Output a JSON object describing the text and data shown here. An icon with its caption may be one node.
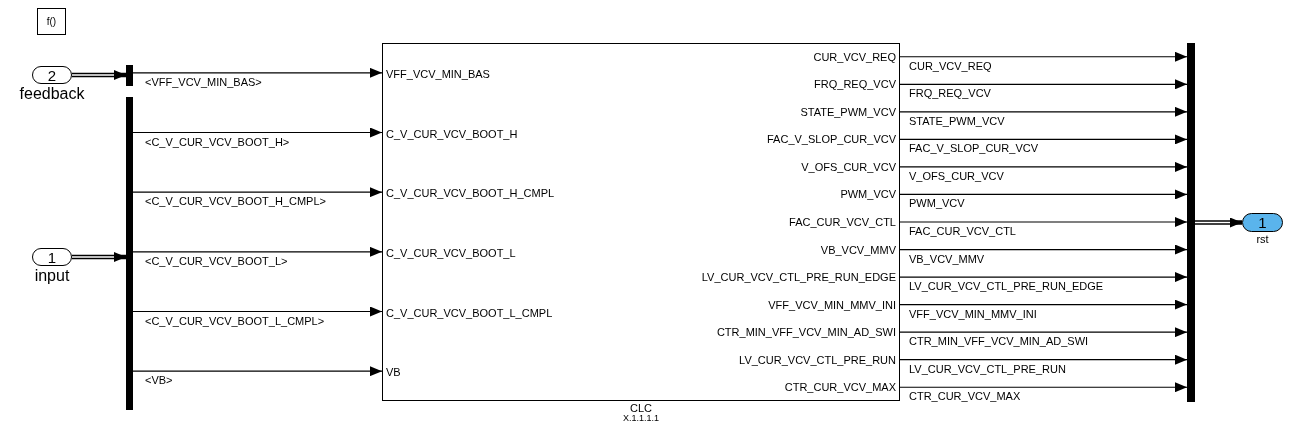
{
  "diagram": {
    "nodes": [
      {
        "text": [
          "f()"
        ]
      },
      {
        "text": [
          "2"
        ],
        "beside": [
          "feedback"
        ]
      },
      {
        "text": [],
        "shape": "bar"
      },
      {
        "text": [
          "1"
        ],
        "beside": [
          "input"
        ]
      },
      {
        "text": [],
        "shape": "bar"
      },
      {
        "text": [
          "VFF_VCV_MIN_BAS",
          "C_V_CUR_VCV_BOOT_H",
          "C_V_CUR_VCV_BOOT_H_CMPL",
          "C_V_CUR_VCV_BOOT_L",
          "C_V_CUR_VCV_BOOT_L_CMPL",
          "VB",
          "CUR_VCV_REQ",
          "FRQ_REQ_VCV",
          "STATE_PWM_VCV",
          "FAC_V_SLOP_CUR_VCV",
          "V_OFS_CUR_VCV",
          "PWM_VCV",
          "FAC_CUR_VCV_CTL",
          "VB_VCV_MMV",
          "LV_CUR_VCV_CTL_PRE_RUN_EDGE",
          "VFF_VCV_MIN_MMV_INI",
          "CTR_MIN_VFF_VCV_MIN_AD_SWI",
          "LV_CUR_VCV_CTL_PRE_RUN",
          "CTR_CUR_VCV_MAX"
        ],
        "beside": [
          "CLC",
          "X.1.1.1.1"
        ]
      },
      {
        "text": [],
        "shape": "bar"
      },
      {
        "text": [
          "1"
        ],
        "beside": [
          "rst"
        ]
      }
    ],
    "edges": [
      {
        "from": 1,
        "to": 2,
        "arrow": "to",
        "style": "thick"
      },
      {
        "from": 2,
        "to": 5,
        "arrow": "to",
        "label": "<VFF_VCV_MIN_BAS>"
      },
      {
        "from": 3,
        "to": 4,
        "arrow": "to",
        "style": "thick"
      },
      {
        "from": 4,
        "to": 5,
        "arrow": "to",
        "label": "<C_V_CUR_VCV_BOOT_H>"
      },
      {
        "from": 4,
        "to": 5,
        "arrow": "to",
        "label": "<C_V_CUR_VCV_BOOT_H_CMPL>"
      },
      {
        "from": 4,
        "to": 5,
        "arrow": "to",
        "label": "<C_V_CUR_VCV_BOOT_L>"
      },
      {
        "from": 4,
        "to": 5,
        "arrow": "to",
        "label": "<C_V_CUR_VCV_BOOT_L_CMPL>"
      },
      {
        "from": 4,
        "to": 5,
        "arrow": "to",
        "label": "<VB>"
      },
      {
        "from": 5,
        "to": 6,
        "arrow": "to",
        "label": "CUR_VCV_REQ"
      },
      {
        "from": 5,
        "to": 6,
        "arrow": "to",
        "label": "FRQ_REQ_VCV"
      },
      {
        "from": 5,
        "to": 6,
        "arrow": "to",
        "label": "STATE_PWM_VCV"
      },
      {
        "from": 5,
        "to": 6,
        "arrow": "to",
        "label": "FAC_V_SLOP_CUR_VCV"
      },
      {
        "from": 5,
        "to": 6,
        "arrow": "to",
        "label": "V_OFS_CUR_VCV"
      },
      {
        "from": 5,
        "to": 6,
        "arrow": "to",
        "label": "PWM_VCV"
      },
      {
        "from": 5,
        "to": 6,
        "arrow": "to",
        "label": "FAC_CUR_VCV_CTL"
      },
      {
        "from": 5,
        "to": 6,
        "arrow": "to",
        "label": "VB_VCV_MMV"
      },
      {
        "from": 5,
        "to": 6,
        "arrow": "to",
        "label": "LV_CUR_VCV_CTL_PRE_RUN_EDGE"
      },
      {
        "from": 5,
        "to": 6,
        "arrow": "to",
        "label": "VFF_VCV_MIN_MMV_INI"
      },
      {
        "from": 5,
        "to": 6,
        "arrow": "to",
        "label": "CTR_MIN_VFF_VCV_MIN_AD_SWI"
      },
      {
        "from": 5,
        "to": 6,
        "arrow": "to",
        "label": "LV_CUR_VCV_CTL_PRE_RUN"
      },
      {
        "from": 5,
        "to": 6,
        "arrow": "to",
        "label": "CTR_CUR_VCV_MAX"
      },
      {
        "from": 6,
        "to": 7,
        "arrow": "to",
        "style": "thick"
      }
    ]
  }
}
